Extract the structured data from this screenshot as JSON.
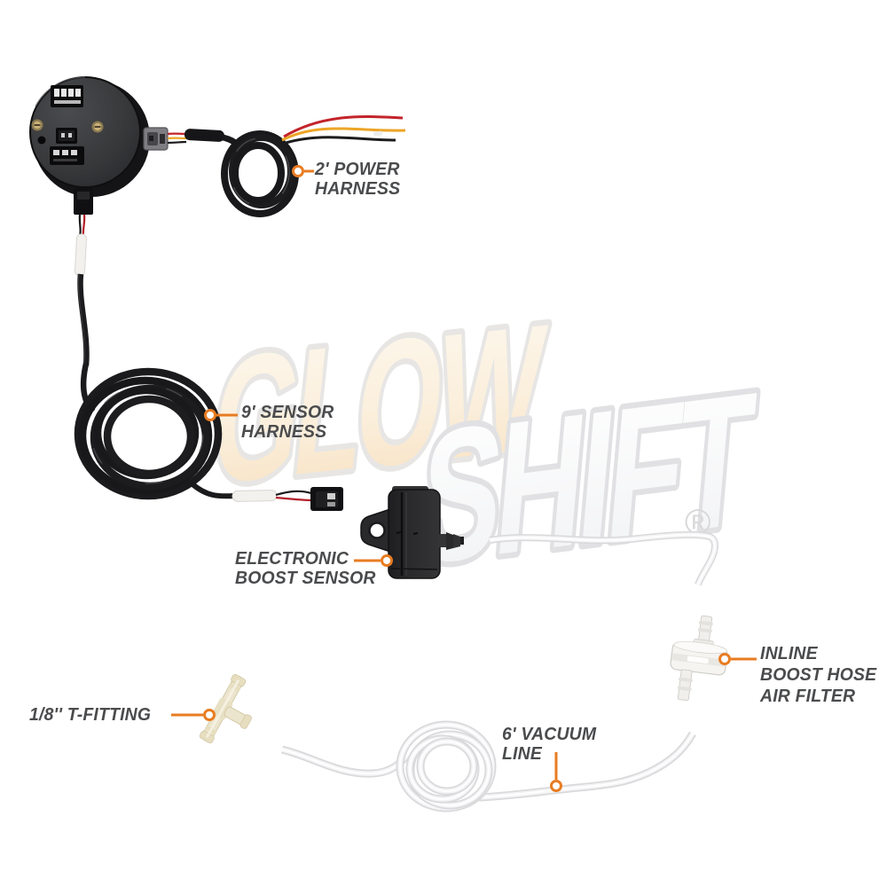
{
  "labels": {
    "power_harness": {
      "line1": "2' POWER",
      "line2": "HARNESS"
    },
    "sensor_harness": {
      "line1": "9' SENSOR",
      "line2": "HARNESS"
    },
    "boost_sensor": {
      "line1": "ELECTRONIC",
      "line2": "BOOST SENSOR"
    },
    "air_filter": {
      "line1": "INLINE",
      "line2": "BOOST HOSE",
      "line3": "AIR FILTER"
    },
    "t_fitting": {
      "line1": "1/8'' T-FITTING"
    },
    "vacuum_line": {
      "line1": "6' VACUUM",
      "line2": "LINE"
    }
  },
  "watermark": {
    "word1": "GLOW",
    "word2": "SHIFT",
    "registered_mark": "®"
  },
  "colors": {
    "callout_orange": "#e87c22",
    "label_gray": "#4a4b4d",
    "background": "#ffffff",
    "cable_black": "#1a1a1c",
    "wire_red": "#c3242b",
    "wire_yellow": "#eca526",
    "t_fitting_cream": "#ece5cd"
  }
}
